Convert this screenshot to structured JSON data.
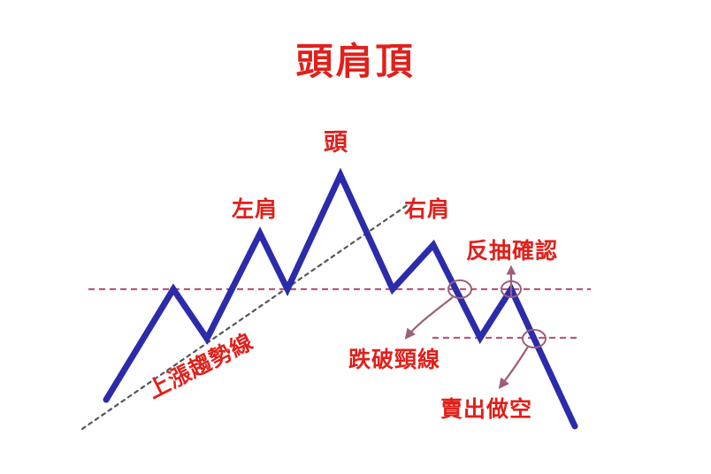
{
  "title": "頭肩頂",
  "colors": {
    "title": "#e0201b",
    "label": "#e0201b",
    "price_line": "#2b2bab",
    "neckline": "#b55a7a",
    "trendline": "#555555",
    "annotation": "#9b5f7b",
    "background": "#ffffff"
  },
  "labels": {
    "head": "頭",
    "left_shoulder": "左肩",
    "right_shoulder": "右肩",
    "pullback_confirm": "反抽確認",
    "break_neckline": "跌破頸線",
    "sell_short": "賣出做空",
    "uptrend_line": "上漲趨勢線"
  },
  "chart_data": {
    "type": "line",
    "title": "頭肩頂",
    "xlabel": "",
    "ylabel": "",
    "grid": false,
    "legend_position": "none",
    "series": [
      {
        "name": "price-zigzag",
        "points": [
          [
            120,
            452
          ],
          [
            196,
            327
          ],
          [
            234,
            383
          ],
          [
            294,
            264
          ],
          [
            325,
            327
          ],
          [
            385,
            198
          ],
          [
            444,
            327
          ],
          [
            490,
            277
          ],
          [
            543,
            382
          ],
          [
            578,
            327
          ],
          [
            650,
            482
          ]
        ]
      }
    ],
    "reference_lines": [
      {
        "name": "neckline",
        "style": "dashed",
        "color": "#b55a7a",
        "from": [
          100,
          327
        ],
        "to": [
          668,
          327
        ]
      },
      {
        "name": "lower-neckline",
        "style": "dashed",
        "color": "#b55a7a",
        "from": [
          489,
          382
        ],
        "to": [
          655,
          382
        ]
      },
      {
        "name": "uptrend-line",
        "style": "dotted",
        "color": "#555555",
        "from": [
          93,
          485
        ],
        "to": [
          462,
          231
        ]
      }
    ],
    "markers": [
      {
        "name": "break-neckline-marker",
        "shape": "ellipse",
        "cx": 520,
        "cy": 327
      },
      {
        "name": "pullback-marker",
        "shape": "ellipse",
        "cx": 578,
        "cy": 327
      },
      {
        "name": "sell-short-marker",
        "shape": "ellipse",
        "cx": 604,
        "cy": 383
      }
    ],
    "annotations": [
      {
        "name": "break-neckline-arrow",
        "text": "跌破頸線",
        "from": [
          516,
          333
        ],
        "to": [
          460,
          385
        ]
      },
      {
        "name": "pullback-arrow",
        "text": "反抽確認",
        "from": [
          578,
          335
        ],
        "to": [
          578,
          300
        ]
      },
      {
        "name": "sell-short-arrow",
        "text": "賣出做空",
        "from": [
          598,
          390
        ],
        "to": [
          565,
          440
        ]
      }
    ]
  }
}
